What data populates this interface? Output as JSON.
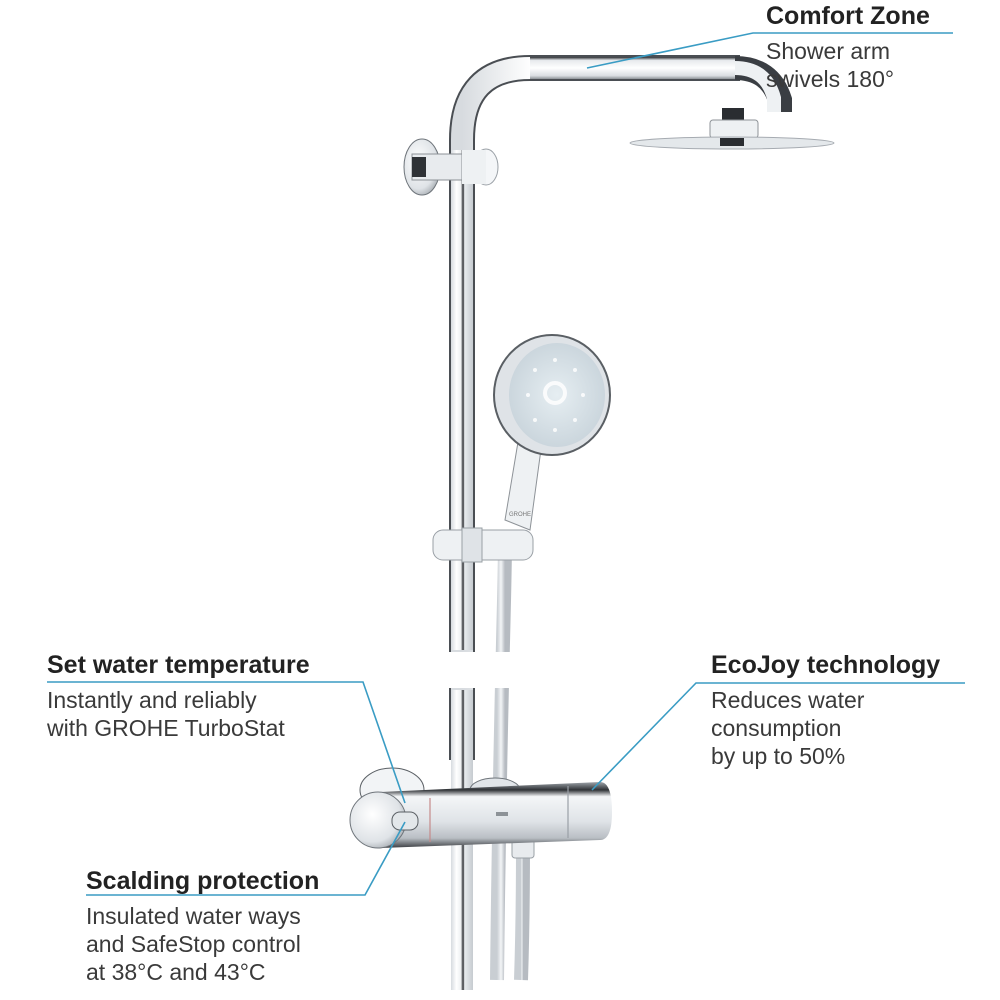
{
  "product": {
    "brand": "GROHE",
    "components": [
      "overhead-shower-arm",
      "overhead-shower-head",
      "wall-bracket",
      "shower-rail",
      "hand-shower",
      "rail-slider",
      "shower-hose",
      "thermostat-mixer"
    ]
  },
  "callouts": {
    "comfort": {
      "title": "Comfort Zone",
      "lines": [
        "Shower arm",
        "swivels 180°"
      ]
    },
    "temperature": {
      "title": "Set water temperature",
      "lines": [
        "Instantly and reliably",
        "with GROHE TurboStat"
      ]
    },
    "ecojoy": {
      "title": "EcoJoy technology",
      "lines": [
        "Reduces water",
        "consumption",
        "by up to 50%"
      ]
    },
    "scalding": {
      "title": "Scalding protection",
      "lines": [
        "Insulated water ways",
        "and SafeStop control",
        "at 38°C and 43°C"
      ]
    }
  },
  "colors": {
    "callout_line": "#3a9cc4",
    "title_text": "#222222",
    "body_text": "#3a3a3a",
    "chrome_light": "#f2f4f6",
    "chrome_mid": "#c9ced3",
    "chrome_dark": "#2a2d31",
    "spray_face": "#d6e0e6"
  }
}
